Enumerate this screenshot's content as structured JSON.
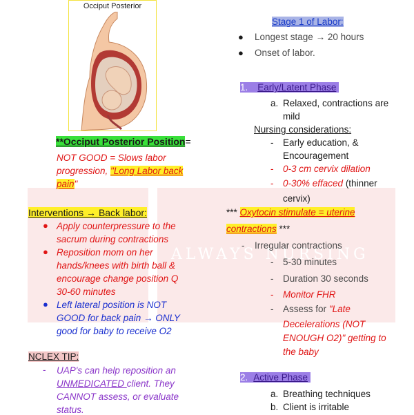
{
  "figure": {
    "caption": "Occiput Posterior"
  },
  "watermark": "ALWAYS NURSING",
  "left": {
    "op_title": "**Occiput Posterior Position",
    "op_eq": "=",
    "op_desc_l1": "NOT GOOD = Slows labor",
    "op_desc_l2a": "progression, ",
    "op_desc_quote": "\"Long Labor back",
    "op_desc_l3a": "pain",
    "op_desc_l3b": "\"",
    "interventions_title": "Interventions → Back labor:",
    "int1_l1": "Apply counterpressure to the",
    "int1_l2": "sacrum during contractions",
    "int2_l1": "Reposition mom on her",
    "int2_l2": "hands/knees with birth ball &",
    "int2_l3": "encourage change position Q",
    "int2_l4": "30-60 minutes",
    "int3_l1": "Left lateral position is NOT",
    "int3_l2": "GOOD for back pain → ONLY",
    "int3_l3": "good for baby to receive O2",
    "nclex_title": "NCLEX TIP:",
    "nclex_l1": "UAP's can help reposition an",
    "nclex_l2": "UNMEDICATED ",
    "nclex_l2b": "client. They",
    "nclex_l3": "CANNOT assess, or evaluate",
    "nclex_l4": "status."
  },
  "right": {
    "stage_title": "Stage 1 of Labor:",
    "stage_b1": "Longest stage → 20 hours",
    "stage_b2": "Onset of labor.",
    "early_num": "1.",
    "early_title": "Early/Latent Phase",
    "early_a_label": "a.",
    "early_a_l1": "Relaxed, contractions are",
    "early_a_l2": "mild",
    "nursing_title": "Nursing considerations:",
    "nc1_l1": "Early education, &",
    "nc1_l2": "Encouragement",
    "nc2": "0-3 cm cervix dilation",
    "nc3a": "0-30% effaced",
    "nc3b": " (thinner",
    "nc3c": "cervix)",
    "oxy_prefix": "*** ",
    "oxy_l1": "Oxytocin stimulate = uterine",
    "oxy_l2": "contractions",
    "oxy_suffix": " ***",
    "irr": "Irregular contractions",
    "irr1": "5-30 minutes",
    "irr2": "Duration 30 seconds",
    "irr3": "Monitor FHR",
    "irr4a": "Assess for ",
    "irr4b": "\"Late",
    "irr4c": "Decelerations (NOT",
    "irr4d": "ENOUGH O2)\" getting to",
    "irr4e": "the baby",
    "active_num": "2.",
    "active_title": "Active Phase",
    "active_a_label": "a.",
    "active_a": "Breathing techniques",
    "active_b_label": "b.",
    "active_b": "Client is irritable"
  }
}
